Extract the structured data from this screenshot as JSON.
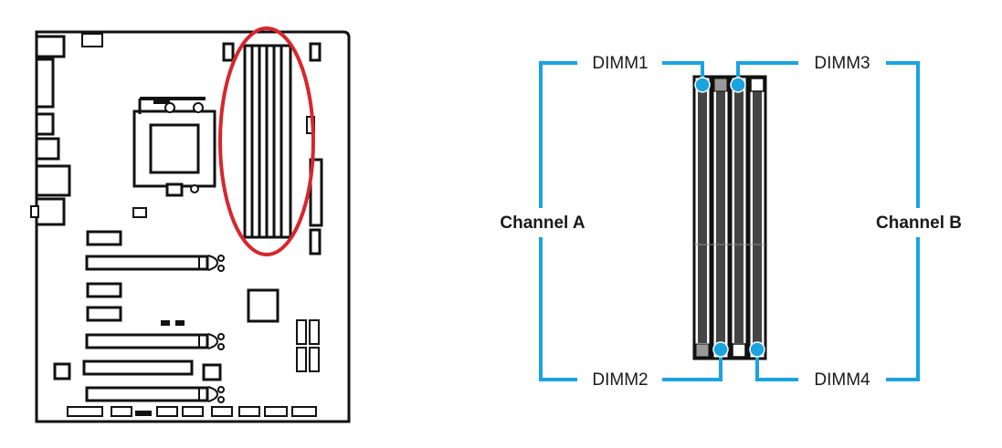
{
  "diagram": {
    "slot_labels": {
      "dimm1": "DIMM1",
      "dimm2": "DIMM2",
      "dimm3": "DIMM3",
      "dimm4": "DIMM4"
    },
    "channel_labels": {
      "channel_a": "Channel A",
      "channel_b": "Channel B"
    },
    "colors": {
      "highlight": "#d7262c",
      "connector": "#1aa3e0",
      "outline": "#111111"
    }
  }
}
